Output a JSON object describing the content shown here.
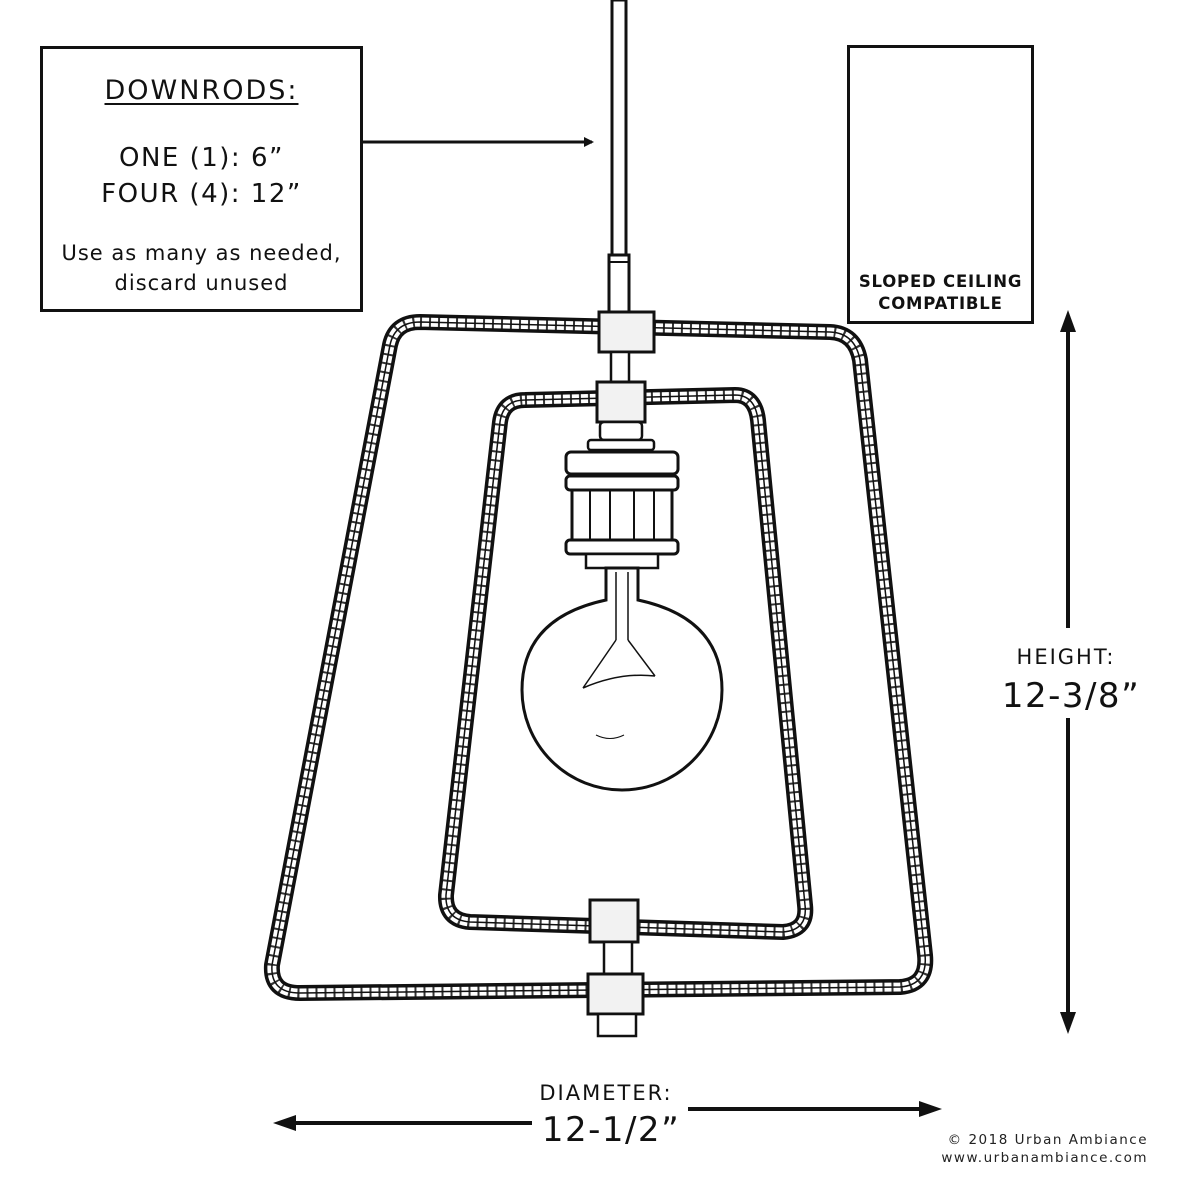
{
  "downrods": {
    "title": "DOWNRODS:",
    "line1": "ONE (1): 6”",
    "line2": "FOUR (4): 12”",
    "note_line1": "Use as many as needed,",
    "note_line2": "discard unused"
  },
  "sloped_ceiling": {
    "line1": "SLOPED CEILING",
    "line2": "COMPATIBLE"
  },
  "height": {
    "label": "HEIGHT:",
    "value": "12-3/8”"
  },
  "diameter": {
    "label": "DIAMETER:",
    "value": "12-1/2”"
  },
  "footer": {
    "copyright": "© 2018 Urban Ambiance",
    "website": "www.urbanambiance.com"
  }
}
